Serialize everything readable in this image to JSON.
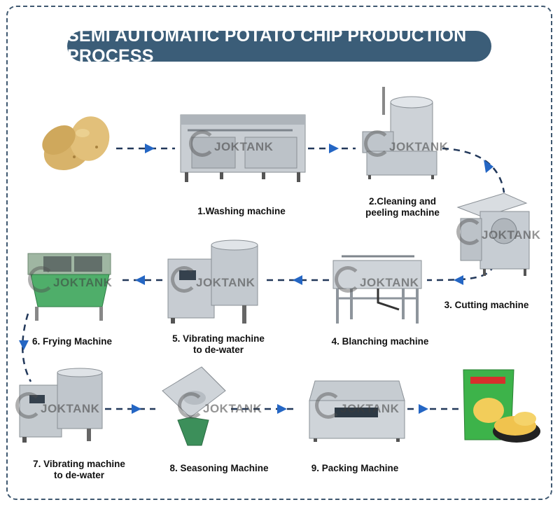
{
  "title": "SEMI AUTOMATIC POTATO CHIP PRODUCTION PROCESS",
  "watermark": "JOKTANK",
  "colors": {
    "title_bg": "#3b5d78",
    "arrow": "#22385a",
    "arrow_head": "#2466c4",
    "frame": "#3f5870"
  },
  "steps": {
    "s1": {
      "line1": "1.Washing machine",
      "line2": ""
    },
    "s2": {
      "line1": "2.Cleaning and",
      "line2": "peeling machine"
    },
    "s3": {
      "line1": "3. Cutting machine",
      "line2": ""
    },
    "s4": {
      "line1": "4.  Blanching machine",
      "line2": ""
    },
    "s5": {
      "line1": "5. Vibrating machine",
      "line2": "to de-water"
    },
    "s6": {
      "line1": "6. Frying Machine",
      "line2": ""
    },
    "s7": {
      "line1": "7. Vibrating machine",
      "line2": "to de-water"
    },
    "s8": {
      "line1": "8. Seasoning Machine",
      "line2": ""
    },
    "s9": {
      "line1": "9. Packing Machine",
      "line2": ""
    }
  }
}
